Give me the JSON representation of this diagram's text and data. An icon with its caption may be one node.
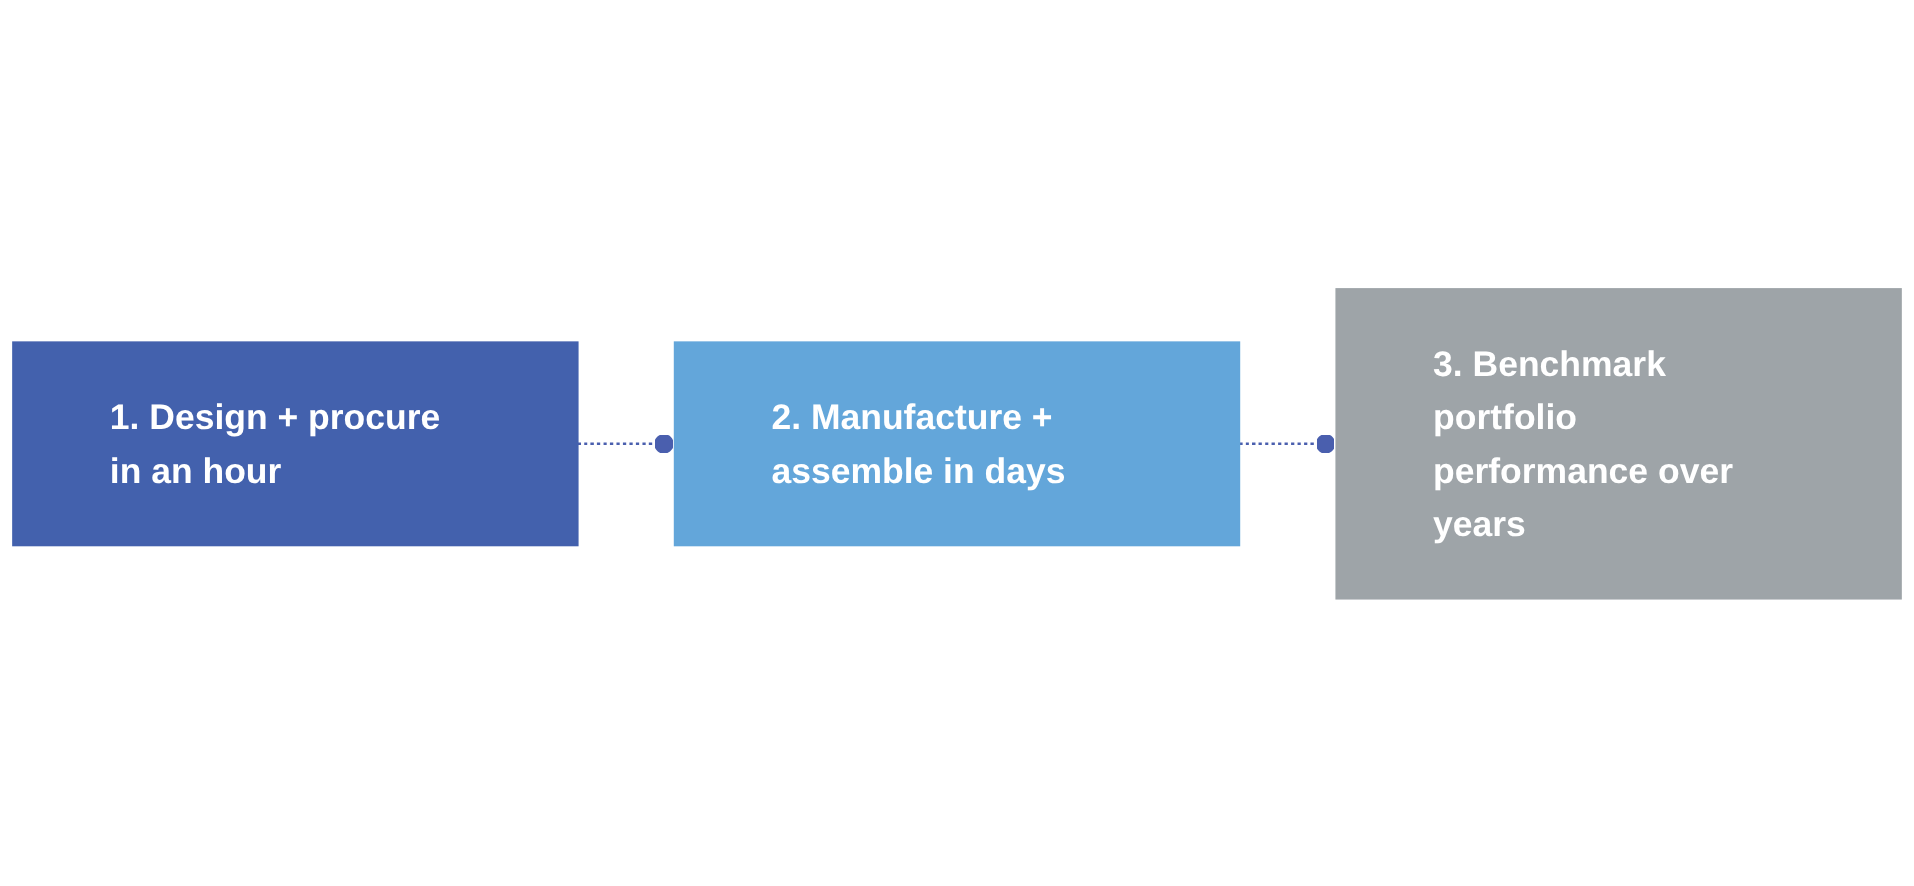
{
  "diagram": {
    "nodes": [
      {
        "text": [
          "1. Design + procure in an hour"
        ]
      },
      {
        "text": [
          "2. Manufacture + assemble in days"
        ]
      },
      {
        "text": [
          "3. Benchmark portfolio performance over years"
        ]
      }
    ],
    "edges": [
      {
        "from": 0,
        "to": 1,
        "arrow": "other",
        "style": "dashed"
      },
      {
        "from": 1,
        "to": 2,
        "arrow": "other",
        "style": "dashed"
      }
    ]
  }
}
